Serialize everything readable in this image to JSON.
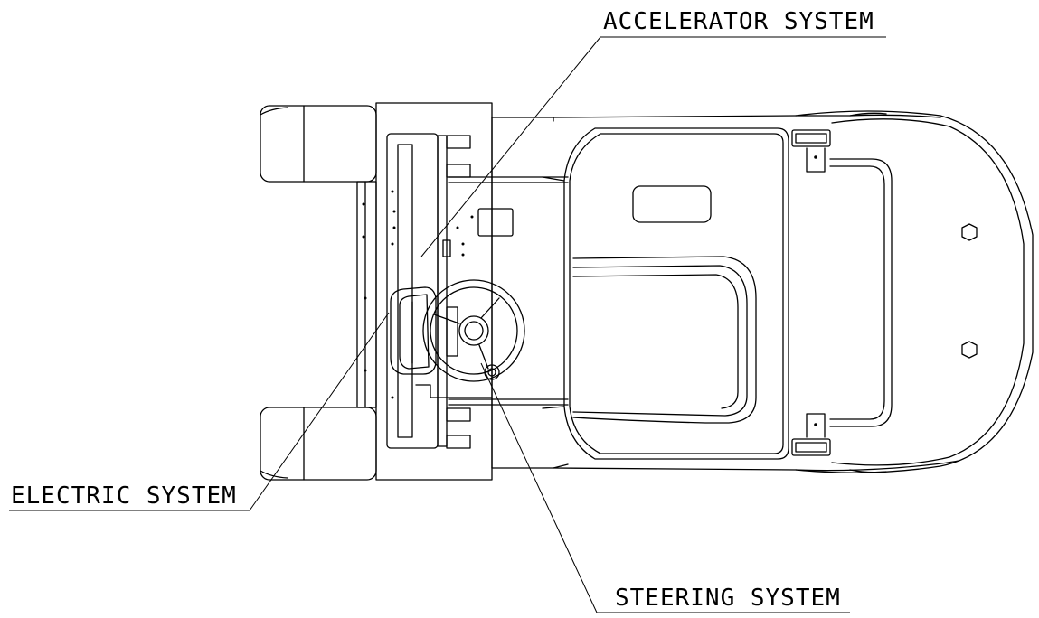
{
  "labels": {
    "accelerator": "ACCELERATOR SYSTEM",
    "electric": "ELECTRIC SYSTEM",
    "steering": "STEERING SYSTEM"
  }
}
